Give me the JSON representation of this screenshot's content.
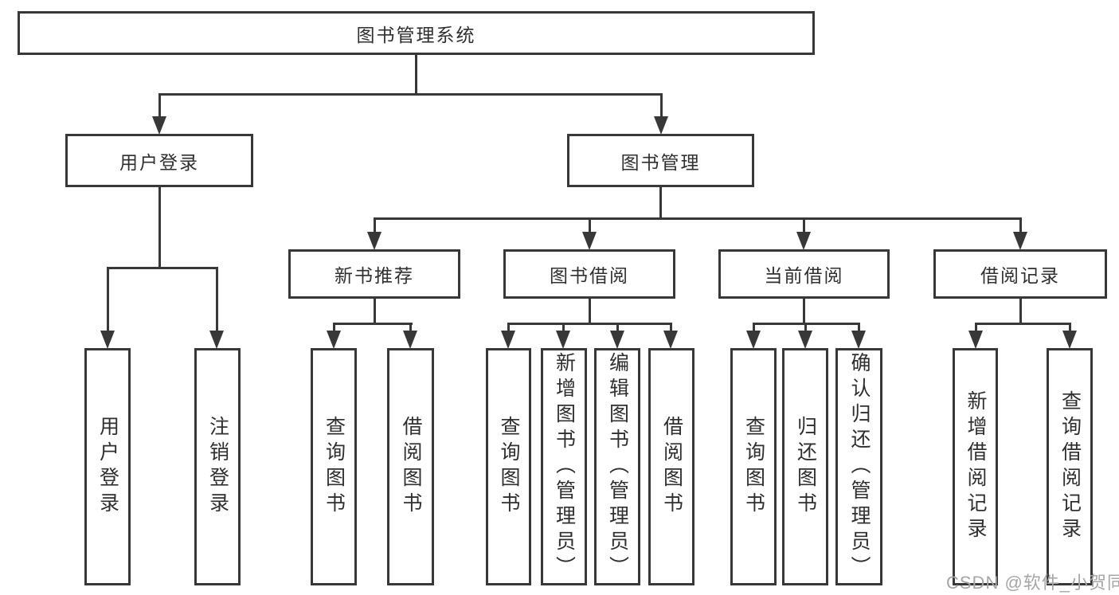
{
  "colors": {
    "line": "#383838",
    "box_border": "#383838",
    "text": "#2f2f2f",
    "watermark": "#a6a6a6",
    "background": "#ffffff"
  },
  "diagram": {
    "type": "hierarchy-tree",
    "root": {
      "label": "图书管理系统"
    },
    "level2": [
      {
        "id": "user-login",
        "label": "用户登录",
        "parent": "root"
      },
      {
        "id": "book-management",
        "label": "图书管理",
        "parent": "root"
      }
    ],
    "level3": [
      {
        "id": "new-book-recommend",
        "label": "新书推荐",
        "parent": "book-management"
      },
      {
        "id": "book-borrow",
        "label": "图书借阅",
        "parent": "book-management"
      },
      {
        "id": "current-borrow",
        "label": "当前借阅",
        "parent": "book-management"
      },
      {
        "id": "borrow-records",
        "label": "借阅记录",
        "parent": "book-management"
      }
    ],
    "leaves": {
      "user_login": [
        "用户登录",
        "注销登录"
      ],
      "new_book_recommend": [
        "查询图书",
        "借阅图书"
      ],
      "book_borrow": [
        "查询图书",
        "新增图书（管理员）",
        "编辑图书（管理员）",
        "借阅图书"
      ],
      "current_borrow": [
        "查询图书",
        "归还图书",
        "确认归还（管理员）"
      ],
      "borrow_records": [
        "新增借阅记录",
        "查询借阅记录"
      ]
    }
  },
  "watermark": {
    "text": "CSDN @软件_小贺同学"
  }
}
